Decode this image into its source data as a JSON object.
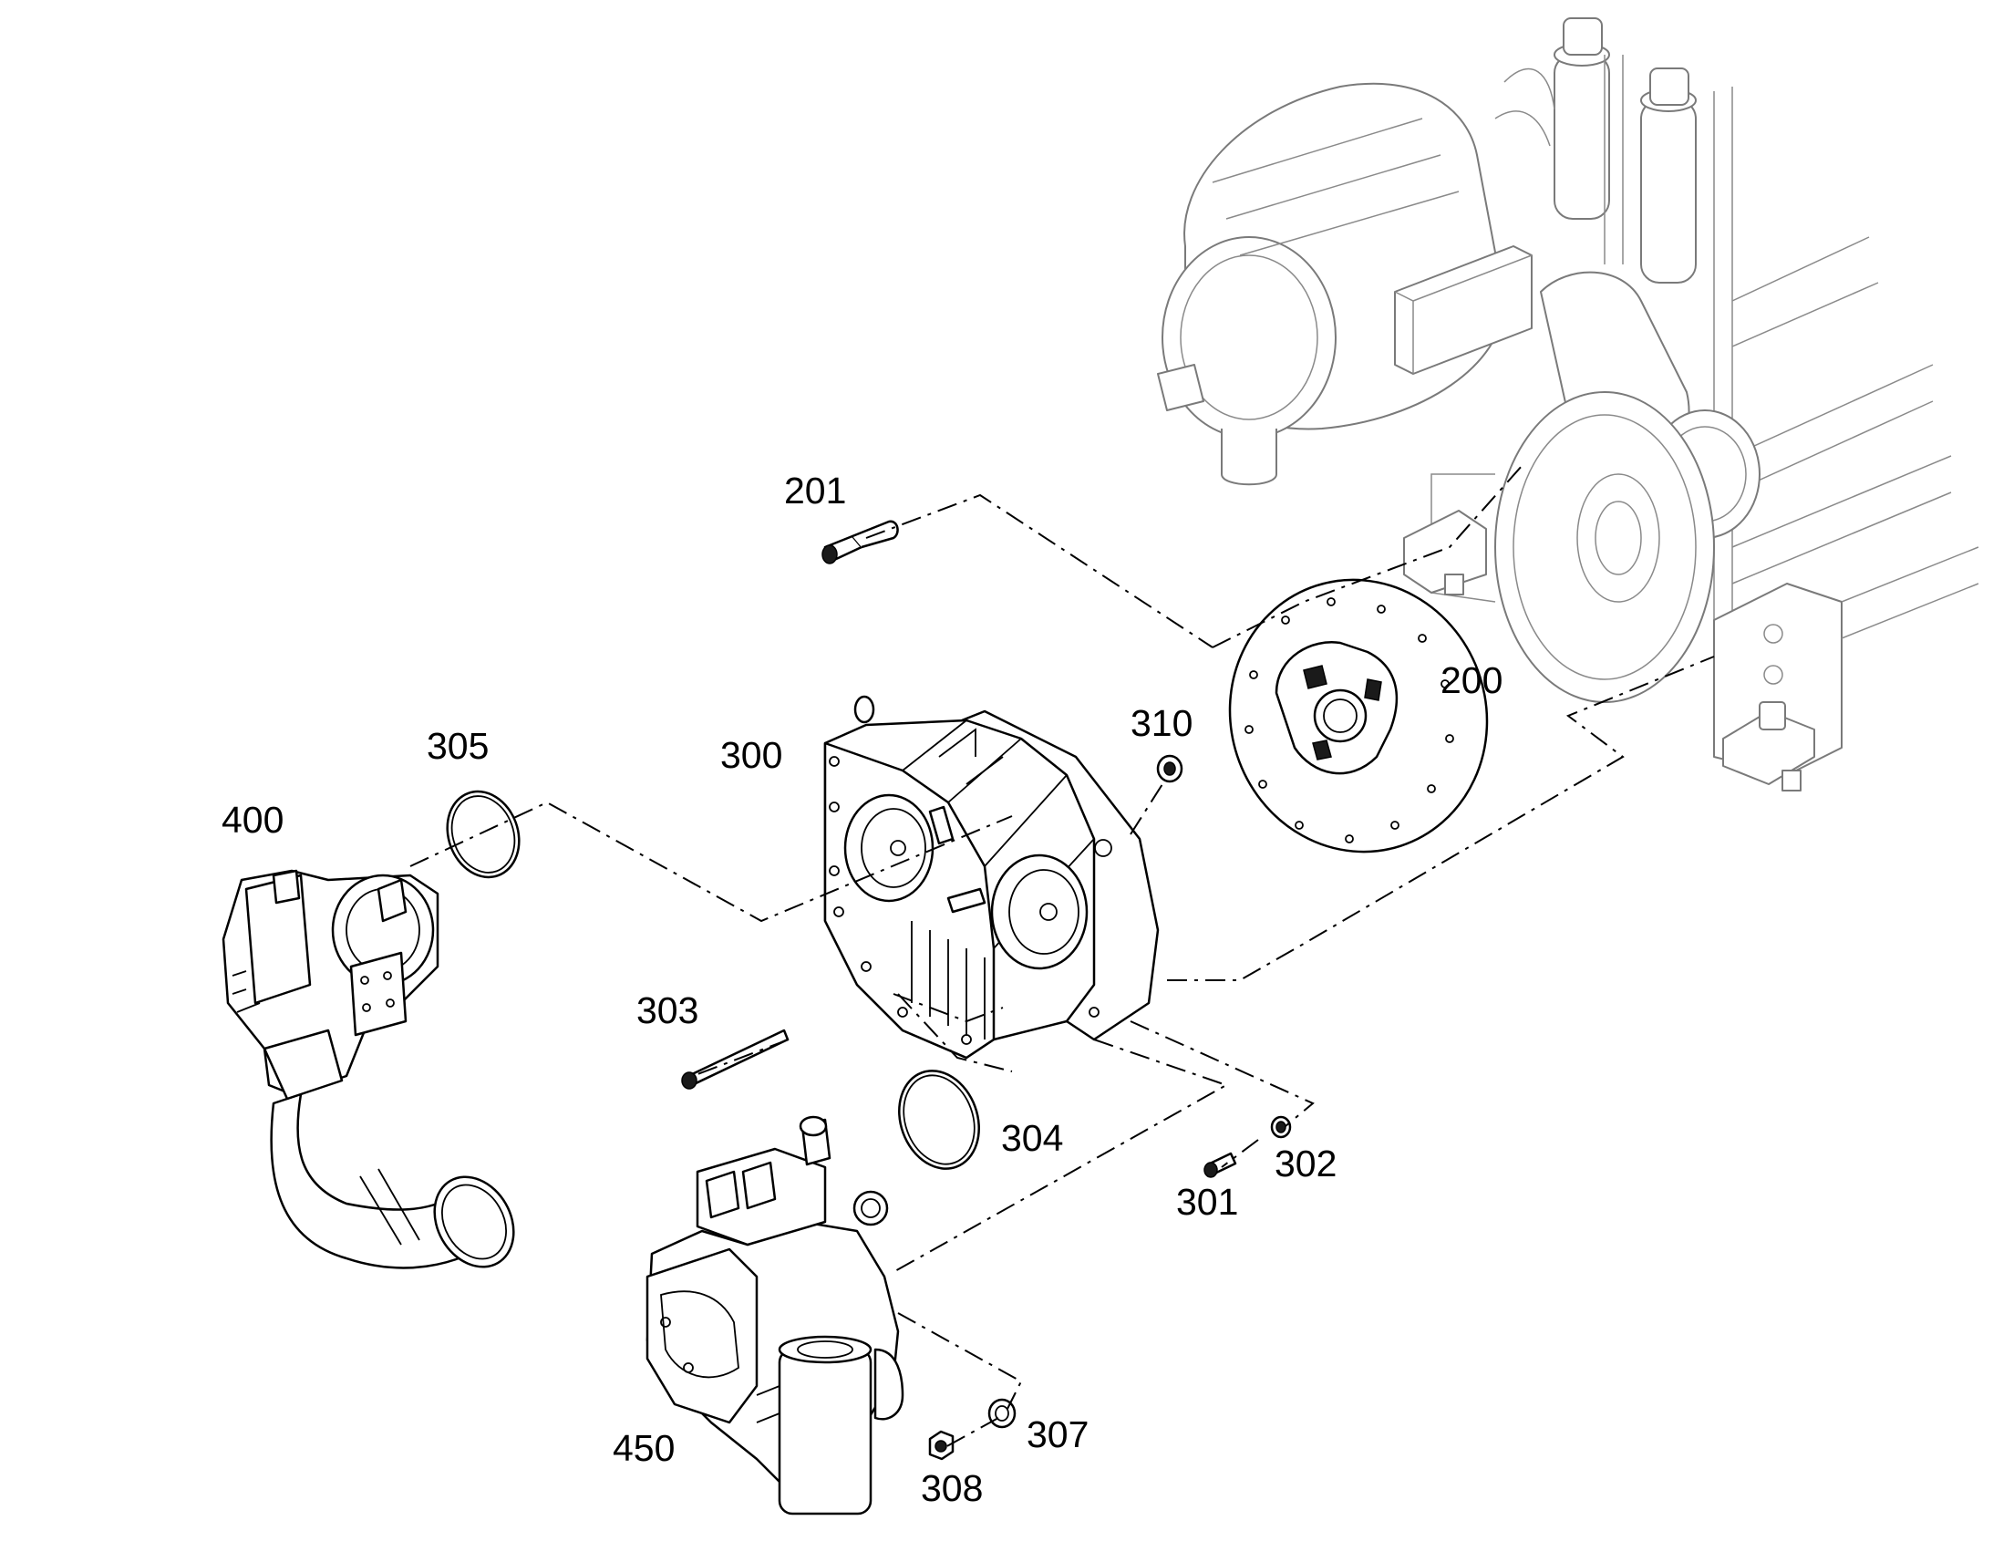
{
  "callouts": {
    "c200": "200",
    "c201": "201",
    "c300": "300",
    "c301": "301",
    "c302": "302",
    "c303": "303",
    "c304": "304",
    "c305": "305",
    "c307": "307",
    "c308": "308",
    "c310": "310",
    "c400": "400",
    "c450": "450"
  }
}
